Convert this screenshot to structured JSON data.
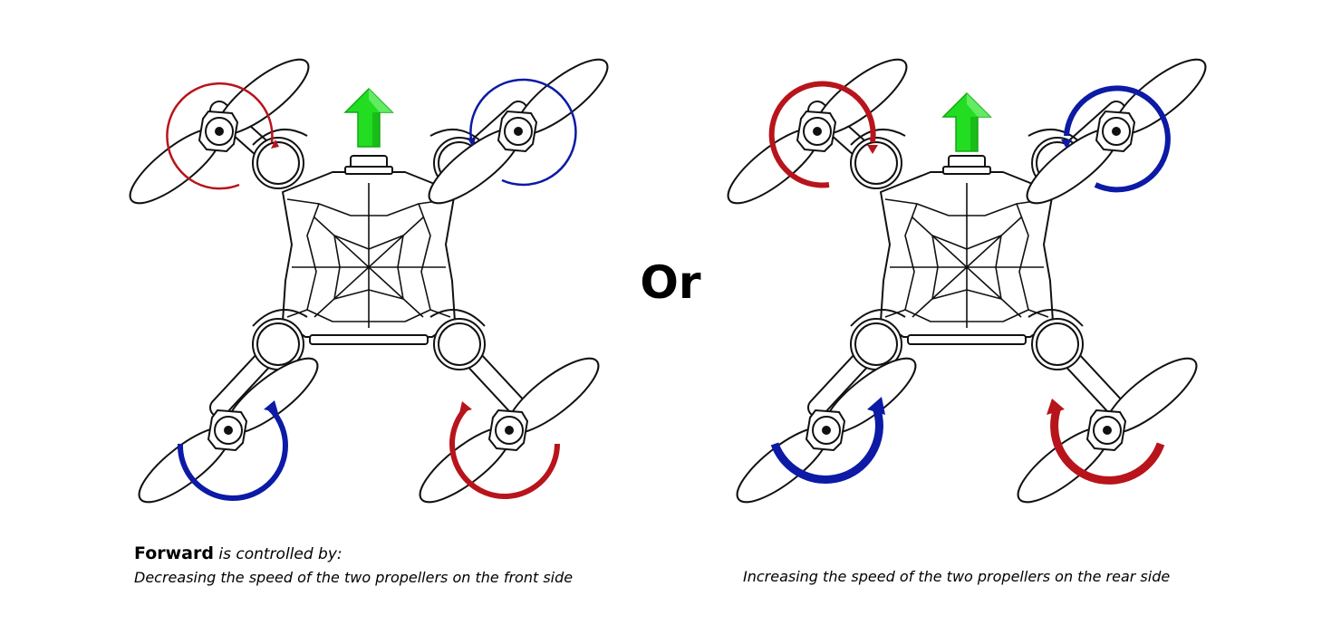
{
  "separator": "Or",
  "caption": {
    "bold_word": "Forward",
    "title_rest": " is controlled by:",
    "left_text": "Decreasing the speed of the two propellers on the front side",
    "right_text": "Increasing the speed of the two propellers on the rear side"
  },
  "colors": {
    "red": "#b8141b",
    "blue": "#0c1aa6",
    "arrow_green": "#22dd22",
    "outline": "#111111"
  },
  "icons": {
    "direction": "green-up-arrow-icon",
    "rotation": "rotation-arrow-icon",
    "drone": "quadcopter-icon"
  },
  "diagrams": [
    {
      "name": "front-slowdown",
      "rotors": [
        {
          "position": "front-left",
          "color": "red",
          "emphasis": "thin"
        },
        {
          "position": "front-right",
          "color": "blue",
          "emphasis": "thin"
        },
        {
          "position": "rear-left",
          "color": "blue",
          "emphasis": "thick"
        },
        {
          "position": "rear-right",
          "color": "red",
          "emphasis": "thick"
        }
      ]
    },
    {
      "name": "rear-speedup",
      "rotors": [
        {
          "position": "front-left",
          "color": "red",
          "emphasis": "thick"
        },
        {
          "position": "front-right",
          "color": "blue",
          "emphasis": "thick"
        },
        {
          "position": "rear-left",
          "color": "blue",
          "emphasis": "extra-thick"
        },
        {
          "position": "rear-right",
          "color": "red",
          "emphasis": "extra-thick"
        }
      ]
    }
  ]
}
